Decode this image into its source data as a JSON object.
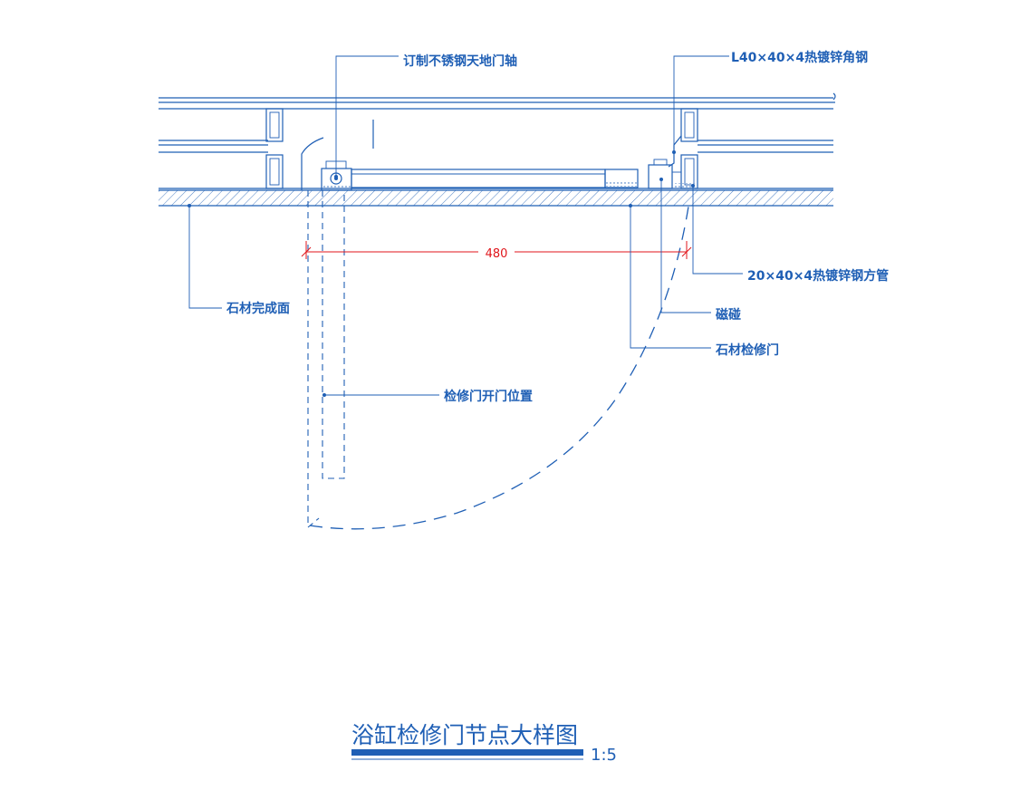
{
  "labels": {
    "pivot": "订制不锈钢天地门轴",
    "angle_steel": "L40×40×4热镀锌角钢",
    "square_tube": "20×40×4热镀锌钢方管",
    "magnet": "磁碰",
    "stone_door": "石材检修门",
    "stone_finish": "石材完成面",
    "open_position": "检修门开门位置"
  },
  "dimension": {
    "width": "480"
  },
  "title": {
    "text": "浴缸检修门节点大样图",
    "scale": "1:5"
  },
  "colors": {
    "line": "#1f5fb5",
    "dimension": "#e0161b",
    "background": "#ffffff"
  }
}
